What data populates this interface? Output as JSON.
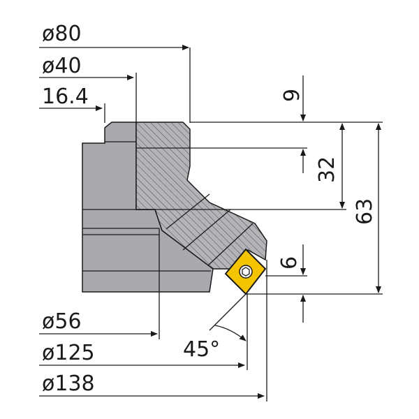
{
  "colors": {
    "body_fill": "#a9a9ae",
    "section_fill": "#b4b4b8",
    "hatch": "#4a4a4a",
    "outline": "#1a1a1a",
    "insert_fill": "#f5c400",
    "insert_edge": "#1a1a1a",
    "insert_hole": "#ffffff"
  },
  "labels": {
    "d80": "ø80",
    "d40": "ø40",
    "d16": "16.4",
    "d56": "ø56",
    "d125": "ø125",
    "d138": "ø138",
    "angle": "45°",
    "h9": "9",
    "h32": "32",
    "h63": "63",
    "h6": "6"
  }
}
